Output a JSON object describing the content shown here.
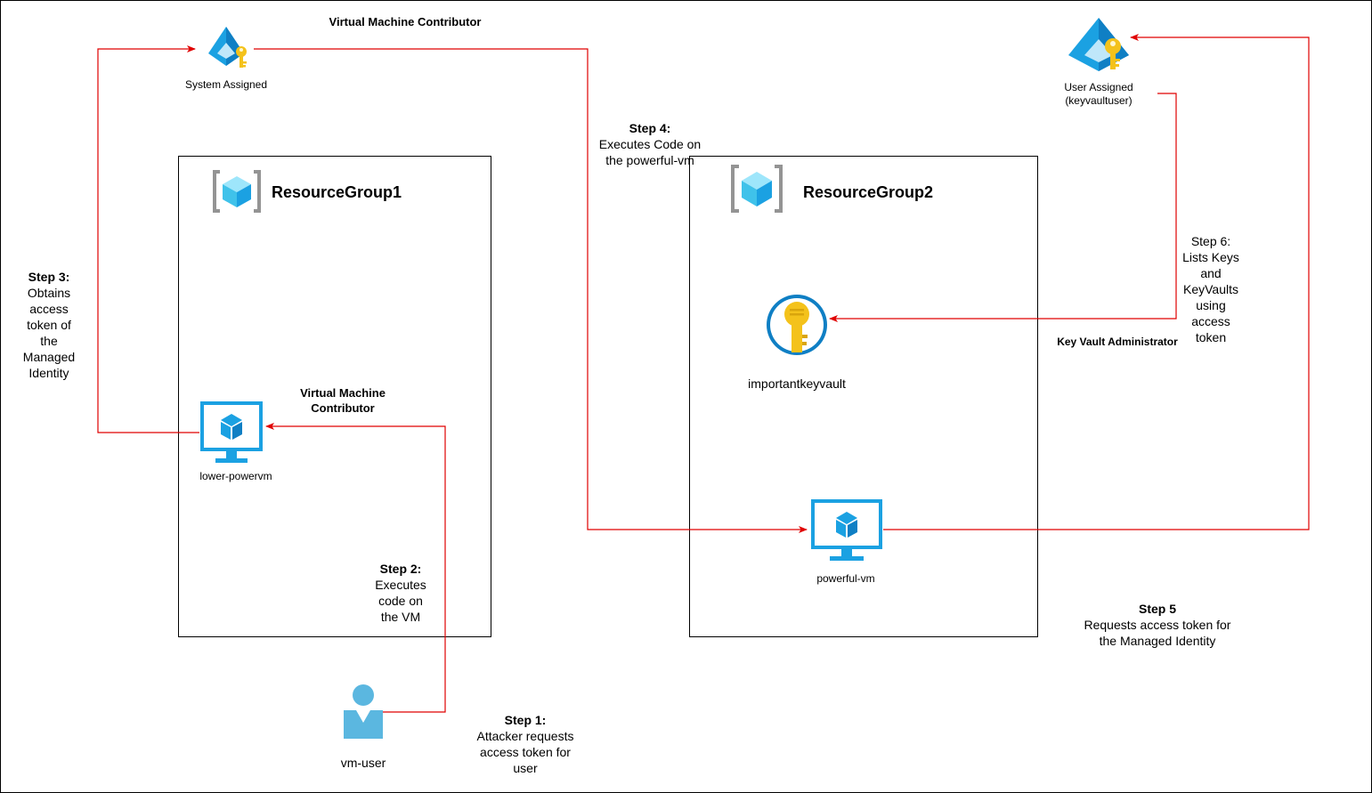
{
  "roles": {
    "top_role": "Virtual Machine Contributor",
    "vm_role": "Virtual Machine Contributor",
    "kv_role": "Key Vault Administrator"
  },
  "identities": {
    "system_assigned": "System Assigned",
    "user_assigned_line1": "User Assigned",
    "user_assigned_line2": "(keyvaultuser)"
  },
  "groups": {
    "rg1": "ResourceGroup1",
    "rg2": "ResourceGroup2"
  },
  "resources": {
    "vm1": "lower-powervm",
    "vm2": "powerful-vm",
    "keyvault": "importantkeyvault",
    "user": "vm-user"
  },
  "steps": {
    "s1": {
      "title": "Step 1:",
      "lines": [
        "Attacker requests",
        "access token for",
        "user"
      ]
    },
    "s2": {
      "title": "Step 2:",
      "lines": [
        "Executes",
        "code on",
        "the VM"
      ]
    },
    "s3": {
      "title": "Step 3:",
      "lines": [
        "Obtains",
        "access",
        "token of",
        "the",
        "Managed",
        "Identity"
      ]
    },
    "s4": {
      "title": "Step 4:",
      "lines": [
        "Executes Code on",
        "the powerful-vm"
      ]
    },
    "s5": {
      "title": "Step 5",
      "lines": [
        "Requests access token for",
        "the Managed Identity"
      ]
    },
    "s6": {
      "title": "Step 6:",
      "lines": [
        "Lists Keys",
        "and",
        "KeyVaults",
        "using",
        "access",
        "token"
      ]
    }
  },
  "colors": {
    "arrow": "#e00000",
    "azure_blue": "#1ba1e2",
    "user_blue": "#5bb7e0",
    "key_gold": "#f4c21b"
  },
  "icons": {
    "identity": "managed-identity-icon",
    "resource_group": "resource-group-icon",
    "vm": "virtual-machine-icon",
    "keyvault": "key-vault-icon",
    "user": "user-icon"
  }
}
